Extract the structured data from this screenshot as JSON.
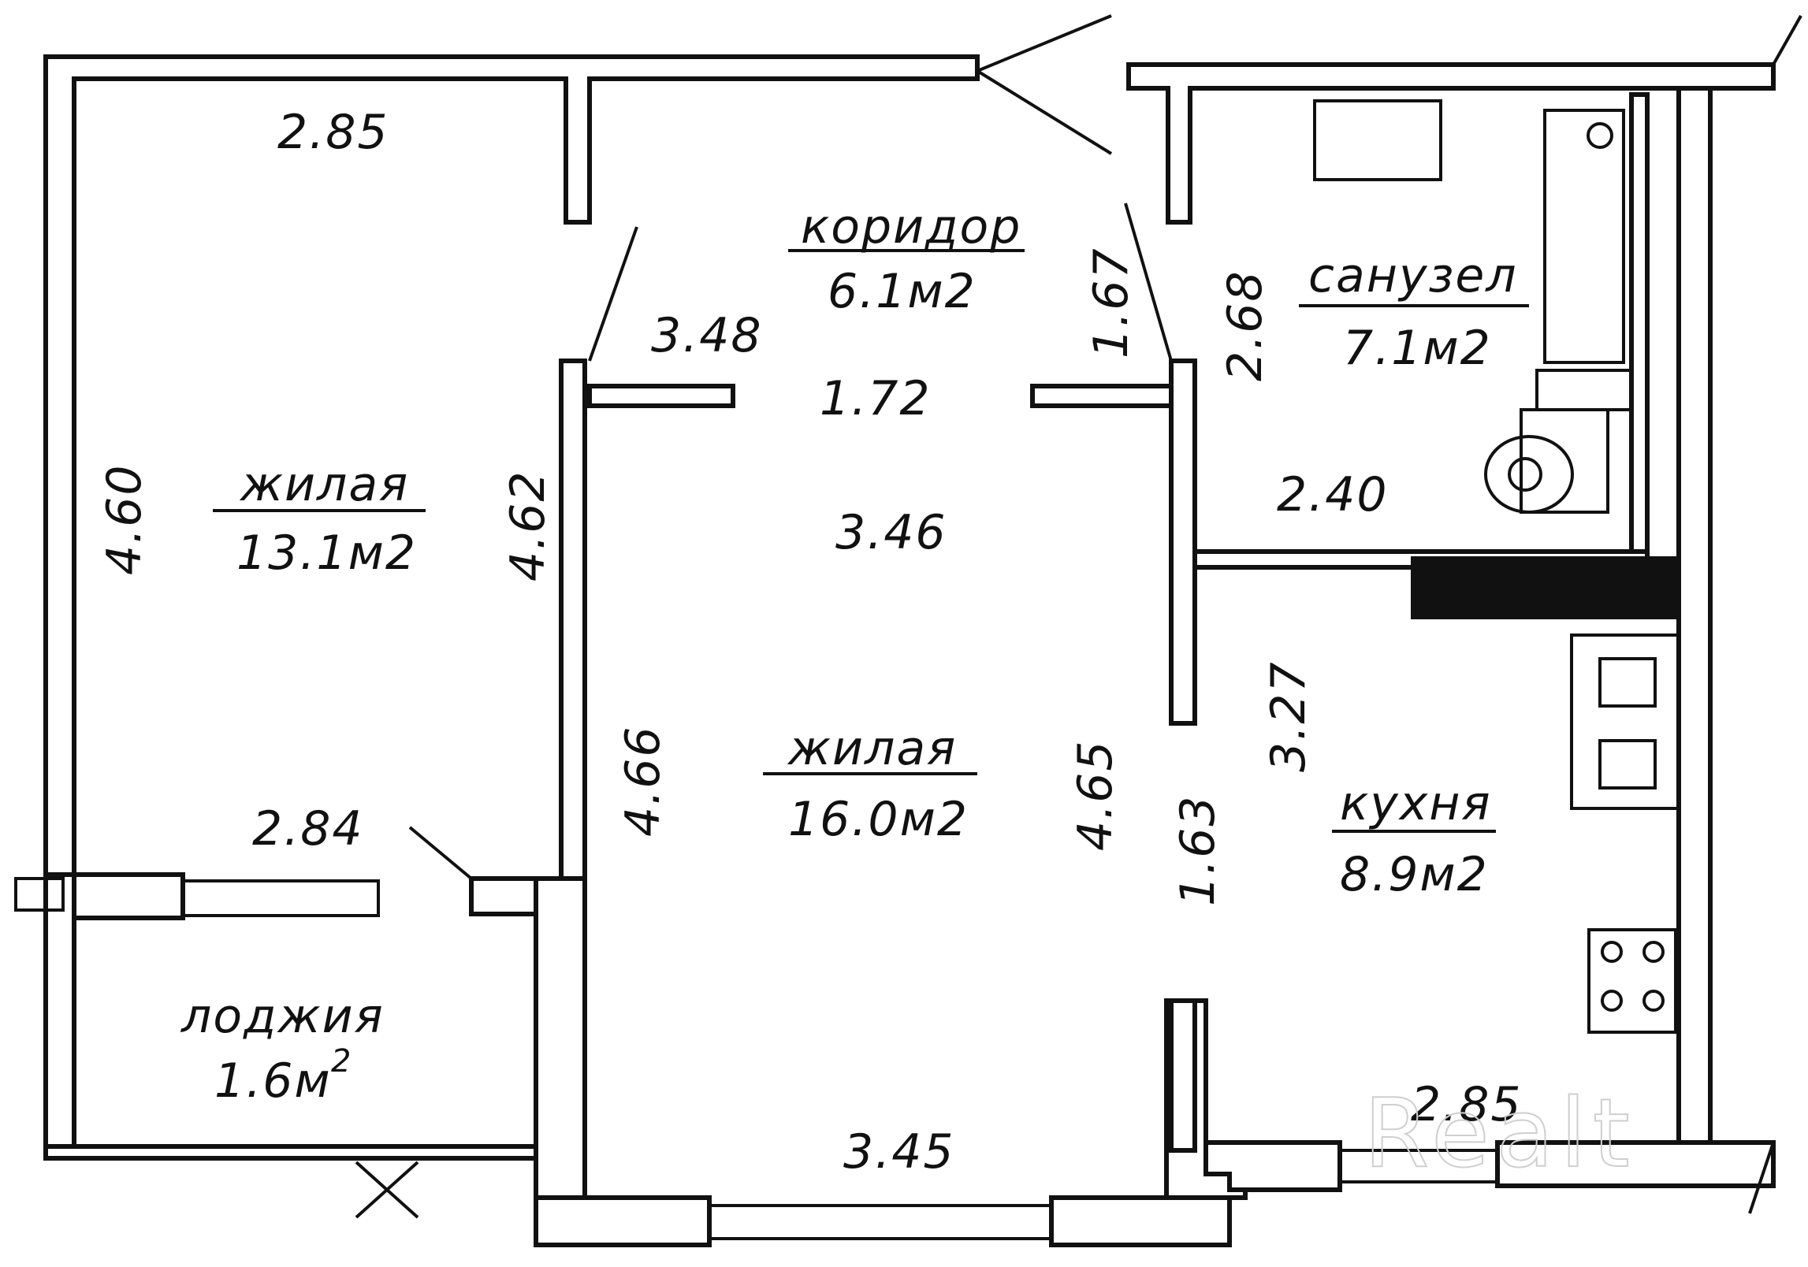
{
  "rooms": {
    "living1": {
      "name": "жилая",
      "area": "13.1м2"
    },
    "living2": {
      "name": "жилая",
      "area": "16.0м2"
    },
    "corridor": {
      "name": "коридор",
      "area": "6.1м2"
    },
    "bathroom": {
      "name": "санузел",
      "area": "7.1м2"
    },
    "kitchen": {
      "name": "кухня",
      "area": "8.9м2"
    },
    "loggia": {
      "name": "лоджия",
      "area": "1.6м",
      "area_exp": "2"
    }
  },
  "dimensions": {
    "d_285_top": "2.85",
    "d_460": "4.60",
    "d_462": "4.62",
    "d_284": "2.84",
    "d_348": "3.48",
    "d_172": "1.72",
    "d_167": "1.67",
    "d_346": "3.46",
    "d_466": "4.66",
    "d_465": "4.65",
    "d_163": "1.63",
    "d_345": "3.45",
    "d_268": "2.68",
    "d_240": "2.40",
    "d_327": "3.27",
    "d_285_kitchen": "2.85"
  },
  "watermark": "Realt"
}
